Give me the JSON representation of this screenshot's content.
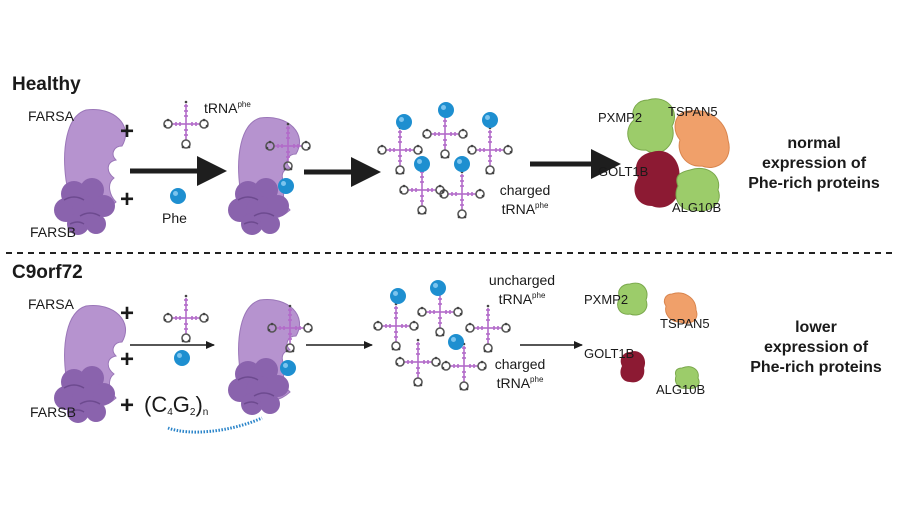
{
  "panels": {
    "healthy": {
      "title": "Healthy",
      "farsa": "FARSA",
      "farsb": "FARSB",
      "plus": "+",
      "trna_label": "tRNA",
      "trna_sup": "phe",
      "phe_label": "Phe",
      "charged_line1": "charged",
      "charged_line2": "tRNA",
      "charged_sup": "phe",
      "proteins": [
        "PXMP2",
        "TSPAN5",
        "GOLT1B",
        "ALG10B"
      ],
      "outcome": [
        "normal",
        "expression of",
        "Phe-rich proteins"
      ]
    },
    "c9orf72": {
      "title": "C9orf72",
      "farsa": "FARSA",
      "farsb": "FARSB",
      "plus": "+",
      "repeat_open": "(C",
      "repeat_sub1": "4",
      "repeat_g": "G",
      "repeat_sub2": "2",
      "repeat_close": ")",
      "repeat_subn": "n",
      "uncharged_line1": "uncharged",
      "uncharged_line2": "tRNA",
      "uncharged_sup": "phe",
      "charged_line1": "charged",
      "charged_line2": "tRNA",
      "charged_sup": "phe",
      "proteins": [
        "PXMP2",
        "TSPAN5",
        "GOLT1B",
        "ALG10B"
      ],
      "outcome": [
        "lower",
        "expression of",
        "Phe-rich proteins"
      ]
    }
  },
  "colors": {
    "enzyme_a": "#b693cf",
    "enzyme_b": "#8a63ad",
    "trna": "#b26bc9",
    "phe": "#1e8fd0",
    "pxmp2": "#9ccc6a",
    "tspan5": "#f0a06a",
    "golt1b": "#8c1a33",
    "alg10b": "#9ccc6a",
    "arrow": "#1e1e1e",
    "rna_strand": "#2a84c9"
  }
}
